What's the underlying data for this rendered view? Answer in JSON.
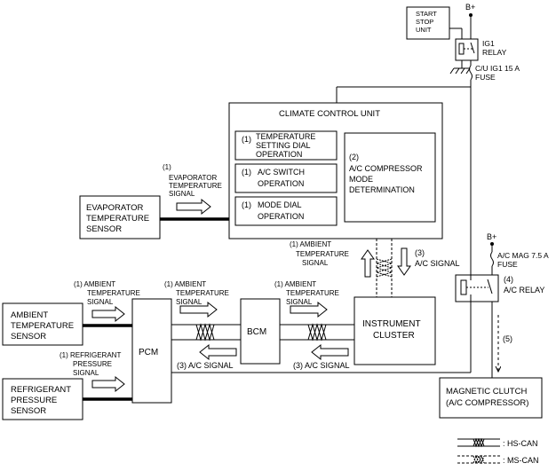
{
  "start_stop_unit": [
    "START",
    "STOP",
    "UNIT"
  ],
  "b_plus_top": "B+",
  "ig1_relay": [
    "IG1",
    "RELAY"
  ],
  "cu_fuse": [
    "C/U IG1 15 A",
    "FUSE"
  ],
  "climate_control_unit": {
    "title": "CLIMATE CONTROL UNIT",
    "temp_dial": [
      "(1)",
      "TEMPERATURE",
      "SETTING DIAL",
      "OPERATION"
    ],
    "ac_switch": [
      "(1)",
      "A/C SWITCH",
      "OPERATION"
    ],
    "mode_dial": [
      "(1)",
      "MODE DIAL",
      "OPERATION"
    ],
    "compressor_mode": [
      "(2)",
      "A/C COMPRESSOR",
      "MODE",
      "DETERMINATION"
    ]
  },
  "evaporator_signal": [
    "(1)",
    "EVAPORATOR",
    "TEMPERATURE",
    "SIGNAL"
  ],
  "evaporator_sensor": [
    "EVAPORATOR",
    "TEMPERATURE",
    "SENSOR"
  ],
  "ambient_signal_cluster": [
    "(1) AMBIENT",
    "TEMPERATURE",
    "SIGNAL"
  ],
  "ac_signal_cluster": [
    "(3)",
    "A/C SIGNAL"
  ],
  "b_plus_mag": "B+",
  "ac_mag_fuse": [
    "A/C MAG 7.5 A",
    "FUSE"
  ],
  "ac_relay": [
    "(4)",
    "A/C RELAY"
  ],
  "ambient_signal_pcm": [
    "(1) AMBIENT",
    "TEMPERATURE",
    "SIGNAL"
  ],
  "ambient_signal_bcm": [
    "(1) AMBIENT",
    "TEMPERATURE",
    "SIGNAL"
  ],
  "ambient_signal_ic": [
    "(1) AMBIENT",
    "TEMPERATURE",
    "SIGNAL"
  ],
  "ambient_sensor": [
    "AMBIENT",
    "TEMPERATURE",
    "SENSOR"
  ],
  "pcm": "PCM",
  "bcm": "BCM",
  "instrument_cluster": [
    "INSTRUMENT",
    "CLUSTER"
  ],
  "ac_signal_pcm": "(3) A/C SIGNAL",
  "ac_signal_bcm": "(3) A/C SIGNAL",
  "refrigerant_signal": [
    "(1) REFRIGERANT",
    "PRESSURE",
    "SIGNAL"
  ],
  "refrigerant_sensor": [
    "REFRIGERANT",
    "PRESSURE",
    "SENSOR"
  ],
  "step5": "(5)",
  "magnetic_clutch": [
    "MAGNETIC CLUTCH",
    "(A/C COMPRESSOR)"
  ],
  "legend": {
    "hs_can": ": HS-CAN",
    "ms_can": ": MS-CAN"
  }
}
